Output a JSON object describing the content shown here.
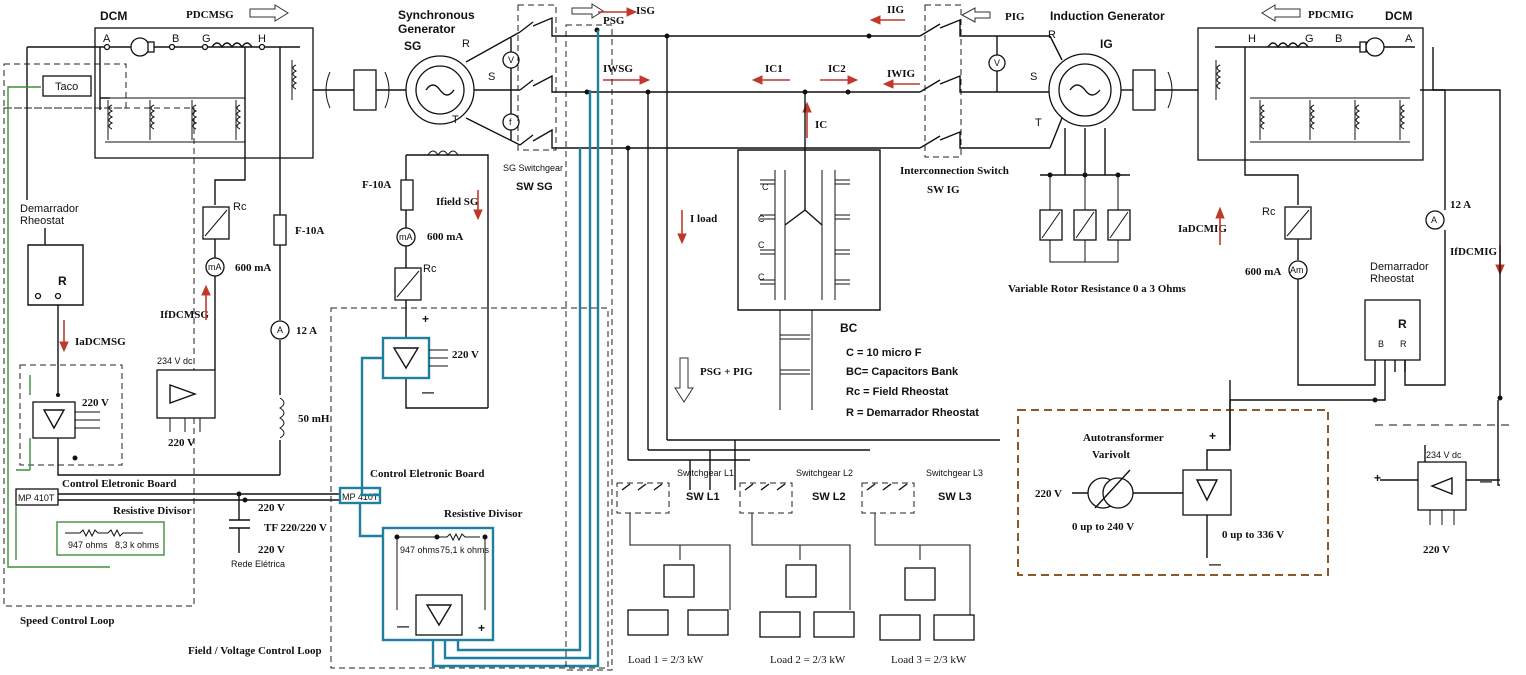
{
  "dcm_left": {
    "title": "DCM",
    "power": "PDCMSG",
    "terminals": {
      "a": "A",
      "b": "B",
      "g": "G",
      "h": "H"
    },
    "taco": "Taco"
  },
  "sg": {
    "title_line1": "Synchronous",
    "title_line2": "Generator",
    "name": "SG",
    "r": "R",
    "s": "S",
    "t": "T",
    "v": "V",
    "f": "f"
  },
  "psg_arrow": "PSG",
  "isg": "ISG",
  "iig": "IIG",
  "pig": "PIG",
  "iwsg": "IWSG",
  "iwig": "IWIG",
  "ic1": "IC1",
  "ic2": "IC2",
  "ic": "IC",
  "iload": "I load",
  "sg_switchgear": "SG Switchgear",
  "sw_sg": "SW SG",
  "interconnection": "Interconnection Switch",
  "sw_ig": "SW IG",
  "ig": {
    "title": "Induction Generator",
    "name": "IG",
    "r": "R",
    "s": "S",
    "t": "T",
    "v": "V"
  },
  "dcm_right": {
    "title": "DCM",
    "power": "PDCMIG",
    "terminals": {
      "h": "H",
      "g": "G",
      "b": "B",
      "a": "A"
    }
  },
  "left": {
    "demarrador1": "Demarrador",
    "demarrador2": "Rheostat",
    "r": "R",
    "rc": "Rc",
    "ma": "mA",
    "ma_val": "600 mA",
    "ifdcmsg": "IfDCMSG",
    "f10a": "F-10A",
    "amm": "A",
    "amm_val": "12 A",
    "mh": "50 mH",
    "iadcmsg": "IaDCMSG",
    "v234": "234 V dc",
    "v220a": "220 V",
    "v220b": "220 V",
    "ceb": "Control Eletronic Board",
    "mp": "MP 410T",
    "rdiv": "Resistive Divisor",
    "r947": "947 ohms",
    "r83": "8,3 k ohms",
    "speed": "Speed Control Loop",
    "v220c": "220 V",
    "tf": "TF 220/220 V",
    "v220d": "220 V",
    "rede": "Rede Elétrica"
  },
  "field": {
    "f10a": "F-10A",
    "ifield": "Ifield SG",
    "ma": "mA",
    "ma_val": "600 mA",
    "rc": "Rc",
    "plus": "+",
    "minus": "—",
    "v220": "220 V",
    "ceb": "Control Eletronic Board",
    "mp": "MP 410T",
    "rdiv": "Resistive Divisor",
    "r947": "947 ohms",
    "r751": "75,1 k ohms",
    "loop": "Field / Voltage Control Loop"
  },
  "bc": {
    "c": "C",
    "title": "BC",
    "line1": "C = 10 micro F",
    "line2": "BC= Capacitors Bank",
    "line3": "Rc = Field Rheostat",
    "line4": "R = Demarrador Rheostat"
  },
  "psg_pig": "PSG + PIG",
  "loads": [
    {
      "switch": "Switchgear  L1",
      "sw": "SW L1",
      "label": "Load 1 = 2/3 kW"
    },
    {
      "switch": "Switchgear  L2",
      "sw": "SW L2",
      "label": "Load 2 = 2/3 kW"
    },
    {
      "switch": "Switchgear  L3",
      "sw": "SW L3",
      "label": "Load 3 = 2/3 kW"
    }
  ],
  "rotor": "Variable Rotor Resistance 0 a 3 Ohms",
  "right": {
    "rc": "Rc",
    "am": "Am",
    "ma_val": "600 mA",
    "iadcmig": "IaDCMIG",
    "amm": "A",
    "amm_val": "12 A",
    "ifdcmig": "IfDCMIG",
    "demarrador1": "Demarrador",
    "demarrador2": "Rheostat",
    "r": "R",
    "b": "B",
    "r2": "R",
    "v234": "234 V dc",
    "v220": "220 V",
    "plus": "+",
    "minus": "—"
  },
  "auto": {
    "title": "Autotransformer",
    "varivolt": "Varivolt",
    "v220": "220 V",
    "range": "0 up to 240 V",
    "out": "0 up to  336 V",
    "plus": "+",
    "minus": "—"
  }
}
